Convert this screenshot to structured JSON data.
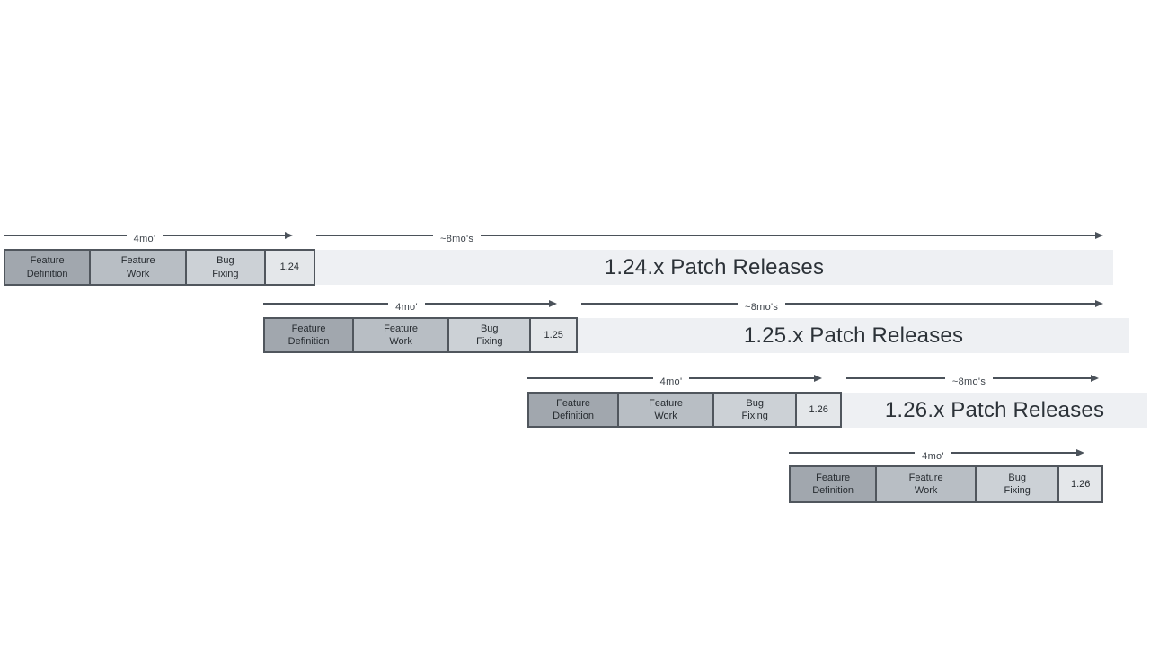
{
  "colors": {
    "feature_definition_fill": "#a1a7ae",
    "feature_work_fill": "#b8bec4",
    "bug_fixing_fill": "#ccd1d6",
    "version_box_fill": "#e4e7ea",
    "patch_bar_fill": "#eef0f3",
    "box_border": "#50565d",
    "arrow_color": "#4b525a",
    "text_color": "#2c3238"
  },
  "rows": [
    {
      "version": "1.24",
      "dev_duration_label": "4mo'",
      "patch_duration_label": "~8mo's",
      "phases": [
        {
          "label": "Feature\nDefinition"
        },
        {
          "label": "Feature\nWork"
        },
        {
          "label": "Bug\nFixing"
        }
      ],
      "patch_label": "1.24.x Patch Releases"
    },
    {
      "version": "1.25",
      "dev_duration_label": "4mo'",
      "patch_duration_label": "~8mo's",
      "phases": [
        {
          "label": "Feature\nDefinition"
        },
        {
          "label": "Feature\nWork"
        },
        {
          "label": "Bug\nFixing"
        }
      ],
      "patch_label": "1.25.x Patch Releases"
    },
    {
      "version": "1.26",
      "dev_duration_label": "4mo'",
      "patch_duration_label": "~8mo's",
      "phases": [
        {
          "label": "Feature\nDefinition"
        },
        {
          "label": "Feature\nWork"
        },
        {
          "label": "Bug\nFixing"
        }
      ],
      "patch_label": "1.26.x Patch Releases"
    },
    {
      "version": "1.26",
      "dev_duration_label": "4mo'",
      "phases": [
        {
          "label": "Feature\nDefinition"
        },
        {
          "label": "Feature\nWork"
        },
        {
          "label": "Bug\nFixing"
        }
      ]
    }
  ]
}
